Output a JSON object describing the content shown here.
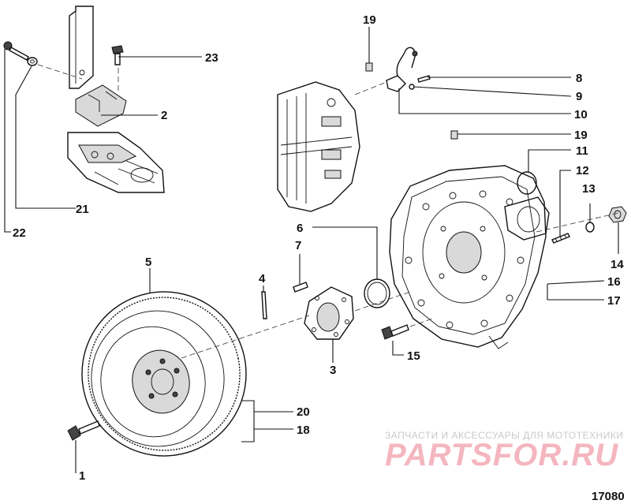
{
  "callouts": {
    "c1": "1",
    "c2": "2",
    "c3": "3",
    "c4": "4",
    "c5": "5",
    "c6": "6",
    "c7": "7",
    "c8": "8",
    "c9": "9",
    "c10": "10",
    "c11": "11",
    "c12": "12",
    "c13": "13",
    "c14": "14",
    "c15": "15",
    "c16": "16",
    "c17": "17",
    "c18": "18",
    "c19a": "19",
    "c19b": "19",
    "c20": "20",
    "c21": "21",
    "c22": "22",
    "c23": "23"
  },
  "watermark": {
    "caption": "ЗАПЧАСТИ И АКСЕССУАРЫ ДЛЯ МОТОТЕХНИКИ",
    "logo": "PARTSFOR.RU"
  },
  "figure_number": "17080",
  "colors": {
    "ink": "#111111",
    "watermark_red": "#e0304a",
    "watermark_gray": "#c9c9c9"
  }
}
